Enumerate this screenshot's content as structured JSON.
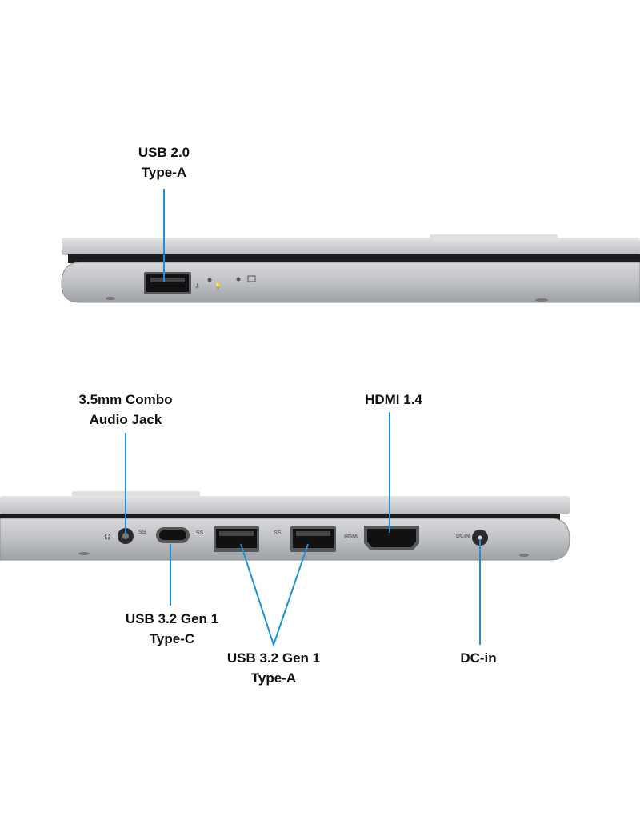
{
  "top_view": {
    "labels": [
      {
        "line1": "USB 2.0",
        "line2": "Type-A"
      }
    ]
  },
  "bottom_view": {
    "labels": {
      "audio": {
        "line1": "3.5mm Combo",
        "line2": "Audio Jack"
      },
      "hdmi": {
        "line1": "HDMI 1.4"
      },
      "usbc": {
        "line1": "USB 3.2 Gen 1",
        "line2": "Type-C"
      },
      "usba": {
        "line1": "USB 3.2 Gen 1",
        "line2": "Type-A"
      },
      "dc": {
        "line1": "DC-in"
      }
    },
    "port_markings": {
      "hdmi": "HDMI",
      "dc": "DCIN",
      "ss": "SS"
    }
  },
  "colors": {
    "leader": "#1f8fd8",
    "chassis": "#c4c6c9",
    "lid": "#d3d5d8"
  }
}
